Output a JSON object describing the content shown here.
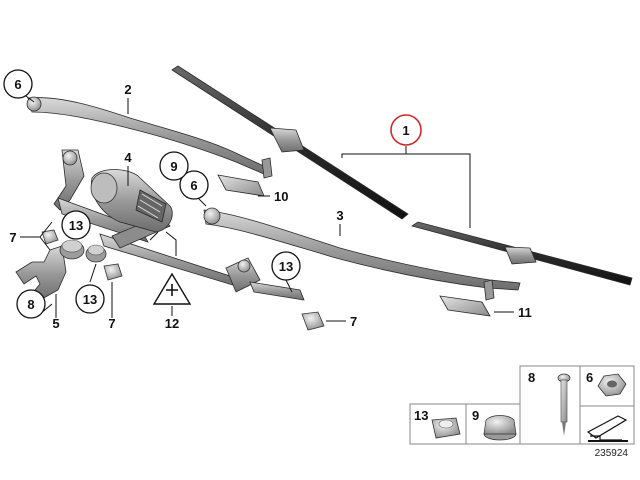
{
  "diagram_number": "235924",
  "highlight_color": "#d0282c",
  "callouts": {
    "c1": "1",
    "c2": "2",
    "c3": "3",
    "c4": "4",
    "c5": "5",
    "c6a": "6",
    "c6b": "6",
    "c7a": "7",
    "c7b": "7",
    "c7c": "7",
    "c8": "8",
    "c9": "9",
    "c10": "10",
    "c11": "11",
    "c12": "12",
    "c13a": "13",
    "c13b": "13",
    "c13c": "13"
  },
  "legend": {
    "n8": "8",
    "n6": "6",
    "n13": "13",
    "n9": "9"
  },
  "icons": [
    "wiper-blade",
    "wiper-arm",
    "wiper-motor",
    "linkage",
    "grommet",
    "nut",
    "rivet",
    "bracket",
    "ground-symbol"
  ]
}
